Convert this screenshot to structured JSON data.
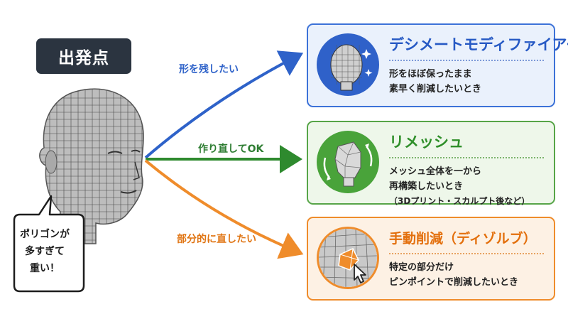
{
  "start": {
    "label": "出発点"
  },
  "bubble": {
    "lines": [
      "ポリゴンが",
      "多すぎて",
      "重い！"
    ]
  },
  "arrows": [
    {
      "label": "形を残したい",
      "color": "#2e62c9"
    },
    {
      "label": "作り直してOK",
      "color": "#2e7d32"
    },
    {
      "label": "部分的に直したい",
      "color": "#e07412"
    }
  ],
  "cards": [
    {
      "title": "デシメートモディファイアー",
      "lines": [
        "形をほぼ保ったまま",
        "素早く削減したいとき"
      ],
      "accent": "#3c72d8"
    },
    {
      "title": "リメッシュ",
      "lines": [
        "メッシュ全体を一から",
        "再構築したいとき",
        "（3Dプリント・スカルプト後など）"
      ],
      "accent": "#57a548"
    },
    {
      "title": "手動削減（ディゾルブ）",
      "lines": [
        "特定の部分だけ",
        "ピンポイントで削減したいとき"
      ],
      "accent": "#ef8c2b"
    }
  ],
  "icons": {
    "start_figure": "wireframe-head-icon",
    "card1": "wireframe-head-sparkle-icon",
    "card2": "lowpoly-head-rotate-icon",
    "card3": "mesh-selection-cursor-icon"
  }
}
